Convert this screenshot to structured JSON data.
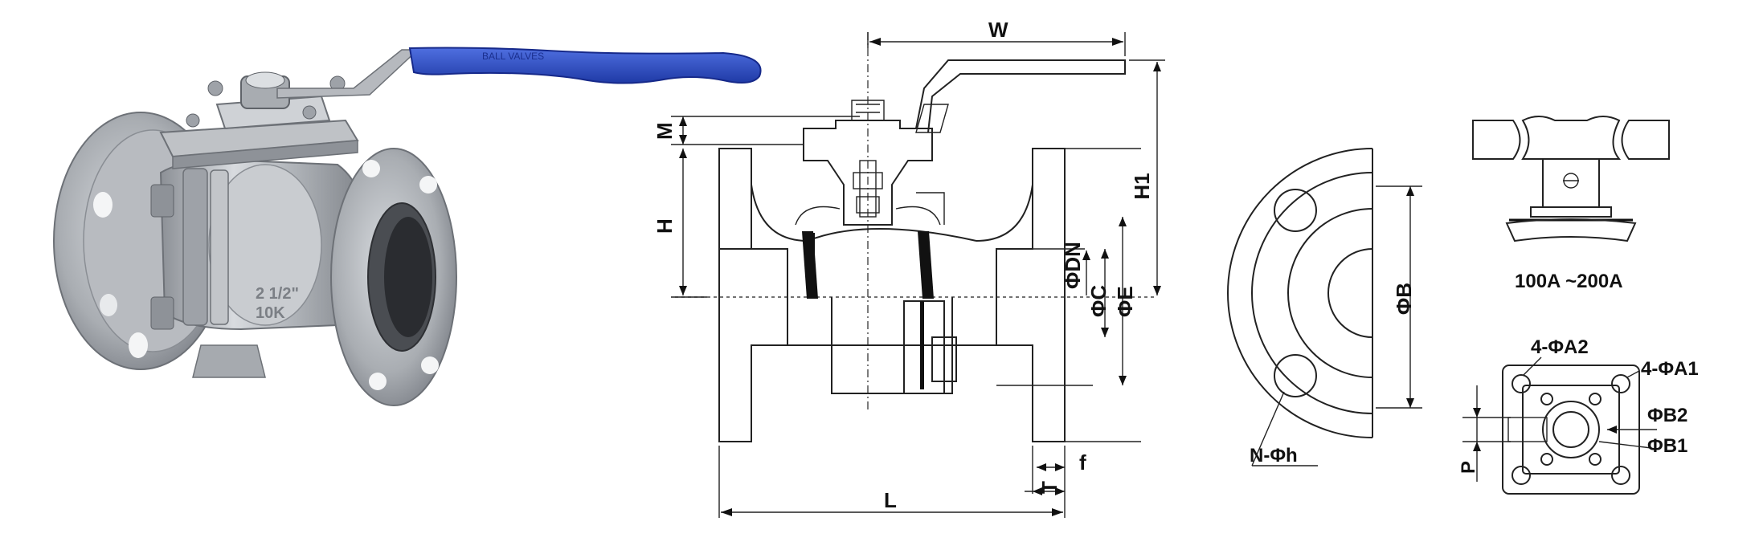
{
  "photo": {
    "handle_text": "BALL VALVES",
    "body_marking_1": "2 1/2\"",
    "body_marking_2": "10K",
    "colors": {
      "handle": "#2f4fc4",
      "body": "#b9bcc1",
      "dark": "#6b6f75",
      "light": "#e7e9ec"
    }
  },
  "section_view": {
    "labels": {
      "W": "W",
      "M": "M",
      "H": "H",
      "H1": "H1",
      "DN": "ΦDN",
      "C": "ΦC",
      "E": "ΦE",
      "f": "f",
      "T": "T",
      "L": "L"
    }
  },
  "flange_view": {
    "labels": {
      "B": "ΦB",
      "holes": "N-Φh"
    }
  },
  "stem_view": {
    "range": "100A ~200A"
  },
  "mount_view": {
    "labels": {
      "A2": "4-ΦA2",
      "A1": "4-ΦA1",
      "B2": "ΦB2",
      "B1": "ΦB1",
      "P": "P"
    }
  }
}
